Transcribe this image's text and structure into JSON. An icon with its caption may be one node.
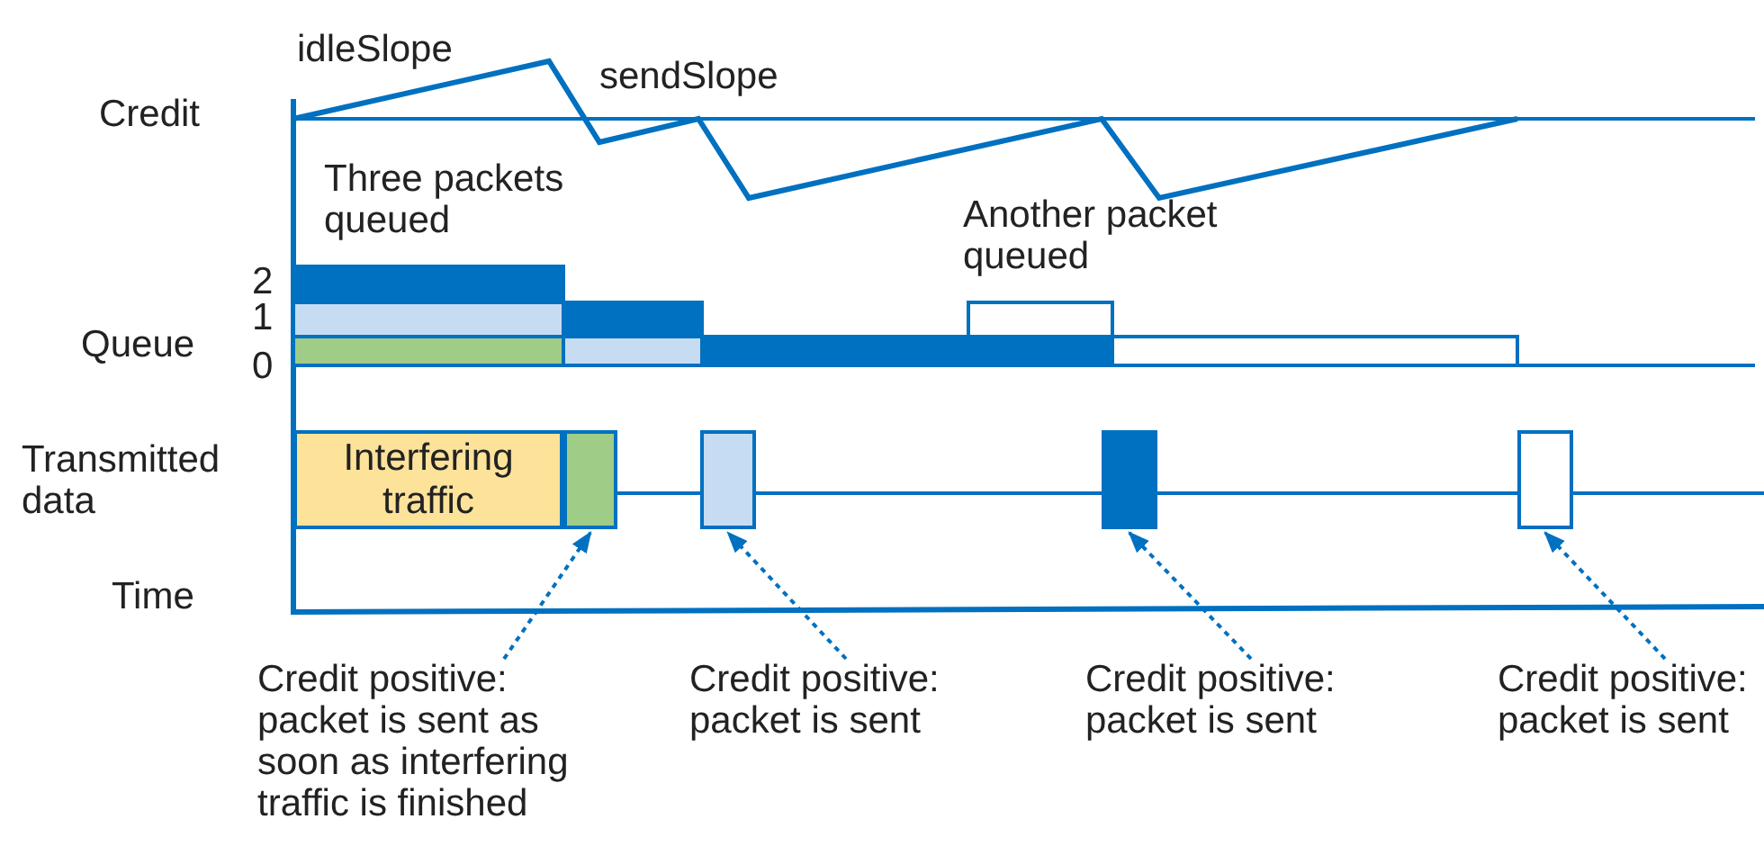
{
  "diagram": {
    "nodes": [
      {
        "text": [
          "Interfering traffic"
        ]
      },
      {
        "text": [],
        "shape": "bar"
      },
      {
        "text": [],
        "shape": "bar"
      },
      {
        "text": [],
        "shape": "bar"
      },
      {
        "text": [],
        "shape": "bar"
      },
      {
        "text": [
          "Credit positive: packet is sent as soon as interfering traffic is finished"
        ]
      },
      {
        "text": [
          "Credit positive: packet is sent"
        ]
      },
      {
        "text": [
          "Credit positive: packet is sent"
        ]
      },
      {
        "text": [
          "Credit positive: packet is sent"
        ]
      }
    ],
    "edges": [
      {
        "from": 5,
        "to": 1,
        "arrow": "to",
        "style": "dashed"
      },
      {
        "from": 6,
        "to": 2,
        "arrow": "to",
        "style": "dashed"
      },
      {
        "from": 7,
        "to": 3,
        "arrow": "to",
        "style": "dashed"
      },
      {
        "from": 8,
        "to": 4,
        "arrow": "to",
        "style": "dashed"
      }
    ],
    "labels": [
      "idleSlope",
      "sendSlope",
      "Credit",
      "Three packets queued",
      "Another packet queued",
      "2",
      "1",
      "Queue",
      "0",
      "Transmitted data",
      "Time"
    ]
  }
}
